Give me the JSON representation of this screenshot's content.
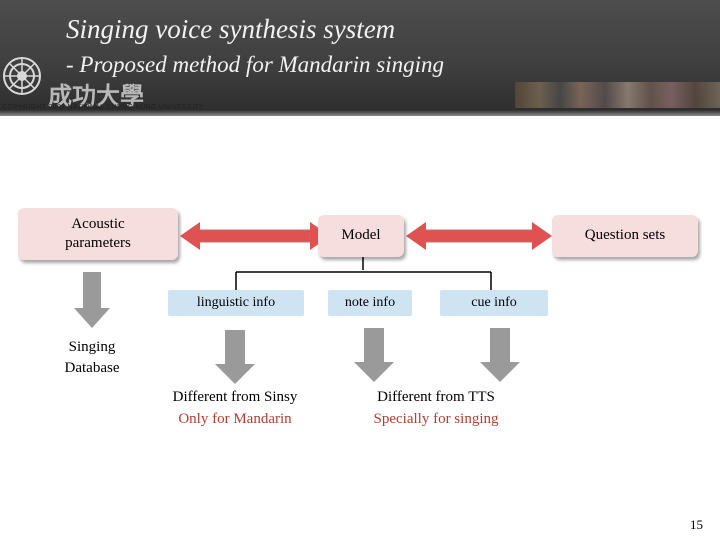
{
  "header": {
    "title_line1": "Singing voice synthesis system",
    "title_line2": "- Proposed method for Mandarin singing",
    "university_name": "成功大學",
    "copyright": "COPYRIGHT 2002 NATIONAL CHENG KUNG UNIVERSITY"
  },
  "boxes": {
    "acoustic": "Acoustic parameters",
    "model": "Model",
    "question_sets": "Question sets"
  },
  "features": {
    "linguistic": "linguistic info",
    "note": "note info",
    "cue": "cue info"
  },
  "labels": {
    "singing_database": "Singing Database",
    "diff_sinsy": "Different from Sinsy",
    "only_mandarin": "Only for Mandarin",
    "diff_tts": "Different from TTS",
    "specially_singing": "Specially for singing"
  },
  "colors": {
    "arrow_red": "#e05252",
    "arrow_gray": "#9a9a9a",
    "pink_box": "#f6dede",
    "blue_box": "#cfe4f2",
    "note_red": "#c0392b"
  },
  "footer": {
    "page_number": "15"
  }
}
